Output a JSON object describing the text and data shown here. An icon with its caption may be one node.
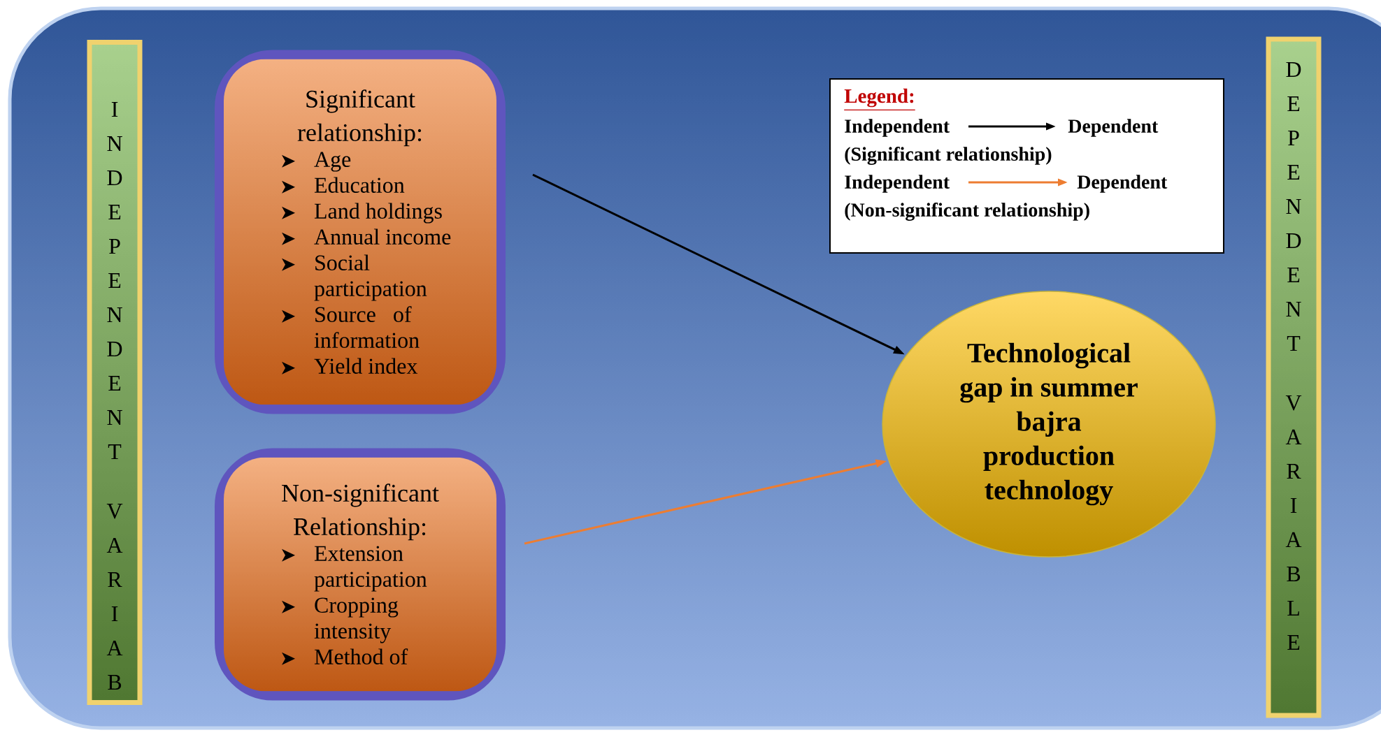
{
  "diagram": {
    "nodes": [
      {
        "text": [
          "INDEPENDENT VARIAB"
        ]
      },
      {
        "text": [
          "Significant relationship:",
          "Age",
          "Education",
          "Land holdings",
          "Annual income",
          "Social participation",
          "Source of information",
          "Yield index"
        ]
      },
      {
        "text": [
          "Non-significant Relationship:",
          "Extension participation",
          "Cropping intensity",
          "Method of"
        ]
      },
      {
        "text": [
          "Technological gap in summer bajra production technology"
        ]
      },
      {
        "text": [
          "DEPENDENT VARIABLE"
        ]
      }
    ],
    "edges": [
      {
        "from": 1,
        "to": 3,
        "arrow": "to"
      },
      {
        "from": 2,
        "to": 3,
        "arrow": "to",
        "color": "#ed7d31"
      }
    ],
    "labels": [
      "Legend:",
      "Independent",
      "Dependent",
      "Independent",
      "Dependent"
    ],
    "legend": [
      {
        "text": "(Significant relationship)",
        "color": "#000000"
      },
      {
        "text": "(Non-significant relationship)",
        "color": "#ed7d31"
      }
    ]
  }
}
